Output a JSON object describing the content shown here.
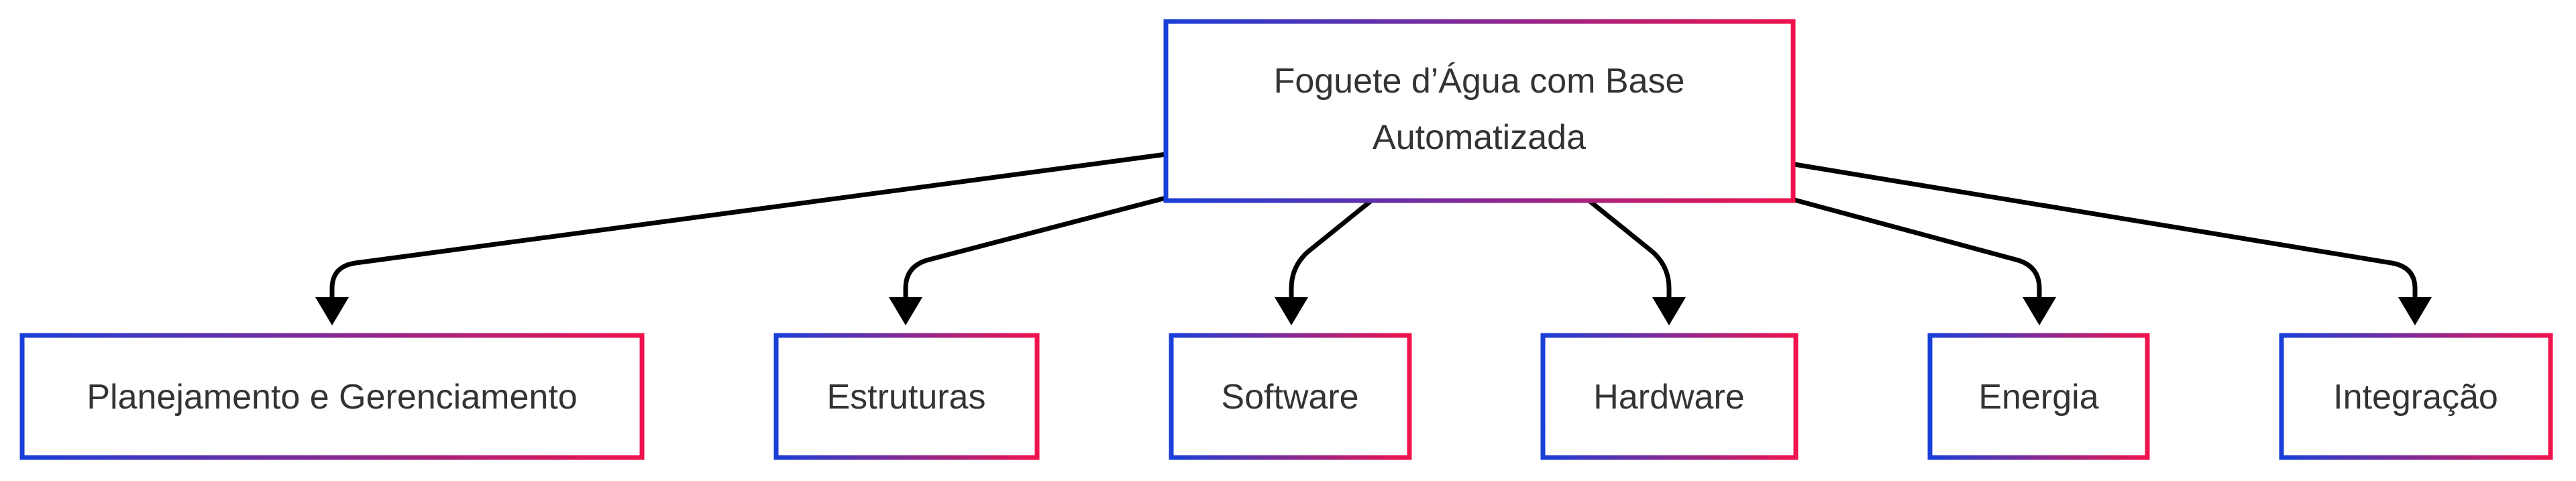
{
  "colors": {
    "border_start": "#1a3fd9",
    "border_end": "#f0134d",
    "edge": "#000000",
    "text": "#333333",
    "background": "#ffffff"
  },
  "root": {
    "line1": "Foguete d’Água com Base",
    "line2": "Automatizada"
  },
  "children": [
    "Planejamento e Gerenciamento",
    "Estruturas",
    "Software",
    "Hardware",
    "Energia",
    "Integração"
  ]
}
